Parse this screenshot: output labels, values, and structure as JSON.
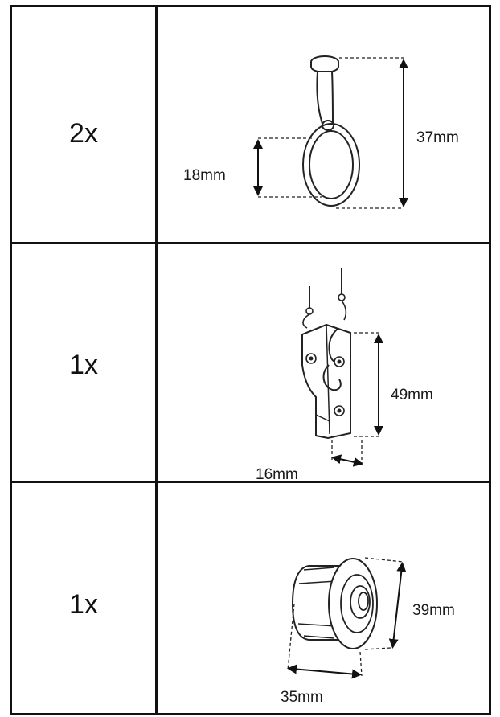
{
  "parts": [
    {
      "quantity": "2x",
      "item": "ring-pull",
      "dimensions": {
        "height": "37mm",
        "ring_diameter": "18mm"
      }
    },
    {
      "quantity": "1x",
      "item": "cord-bracket",
      "dimensions": {
        "height": "49mm",
        "width": "16mm"
      }
    },
    {
      "quantity": "1x",
      "item": "end-cap",
      "dimensions": {
        "height": "39mm",
        "length": "35mm"
      }
    }
  ]
}
